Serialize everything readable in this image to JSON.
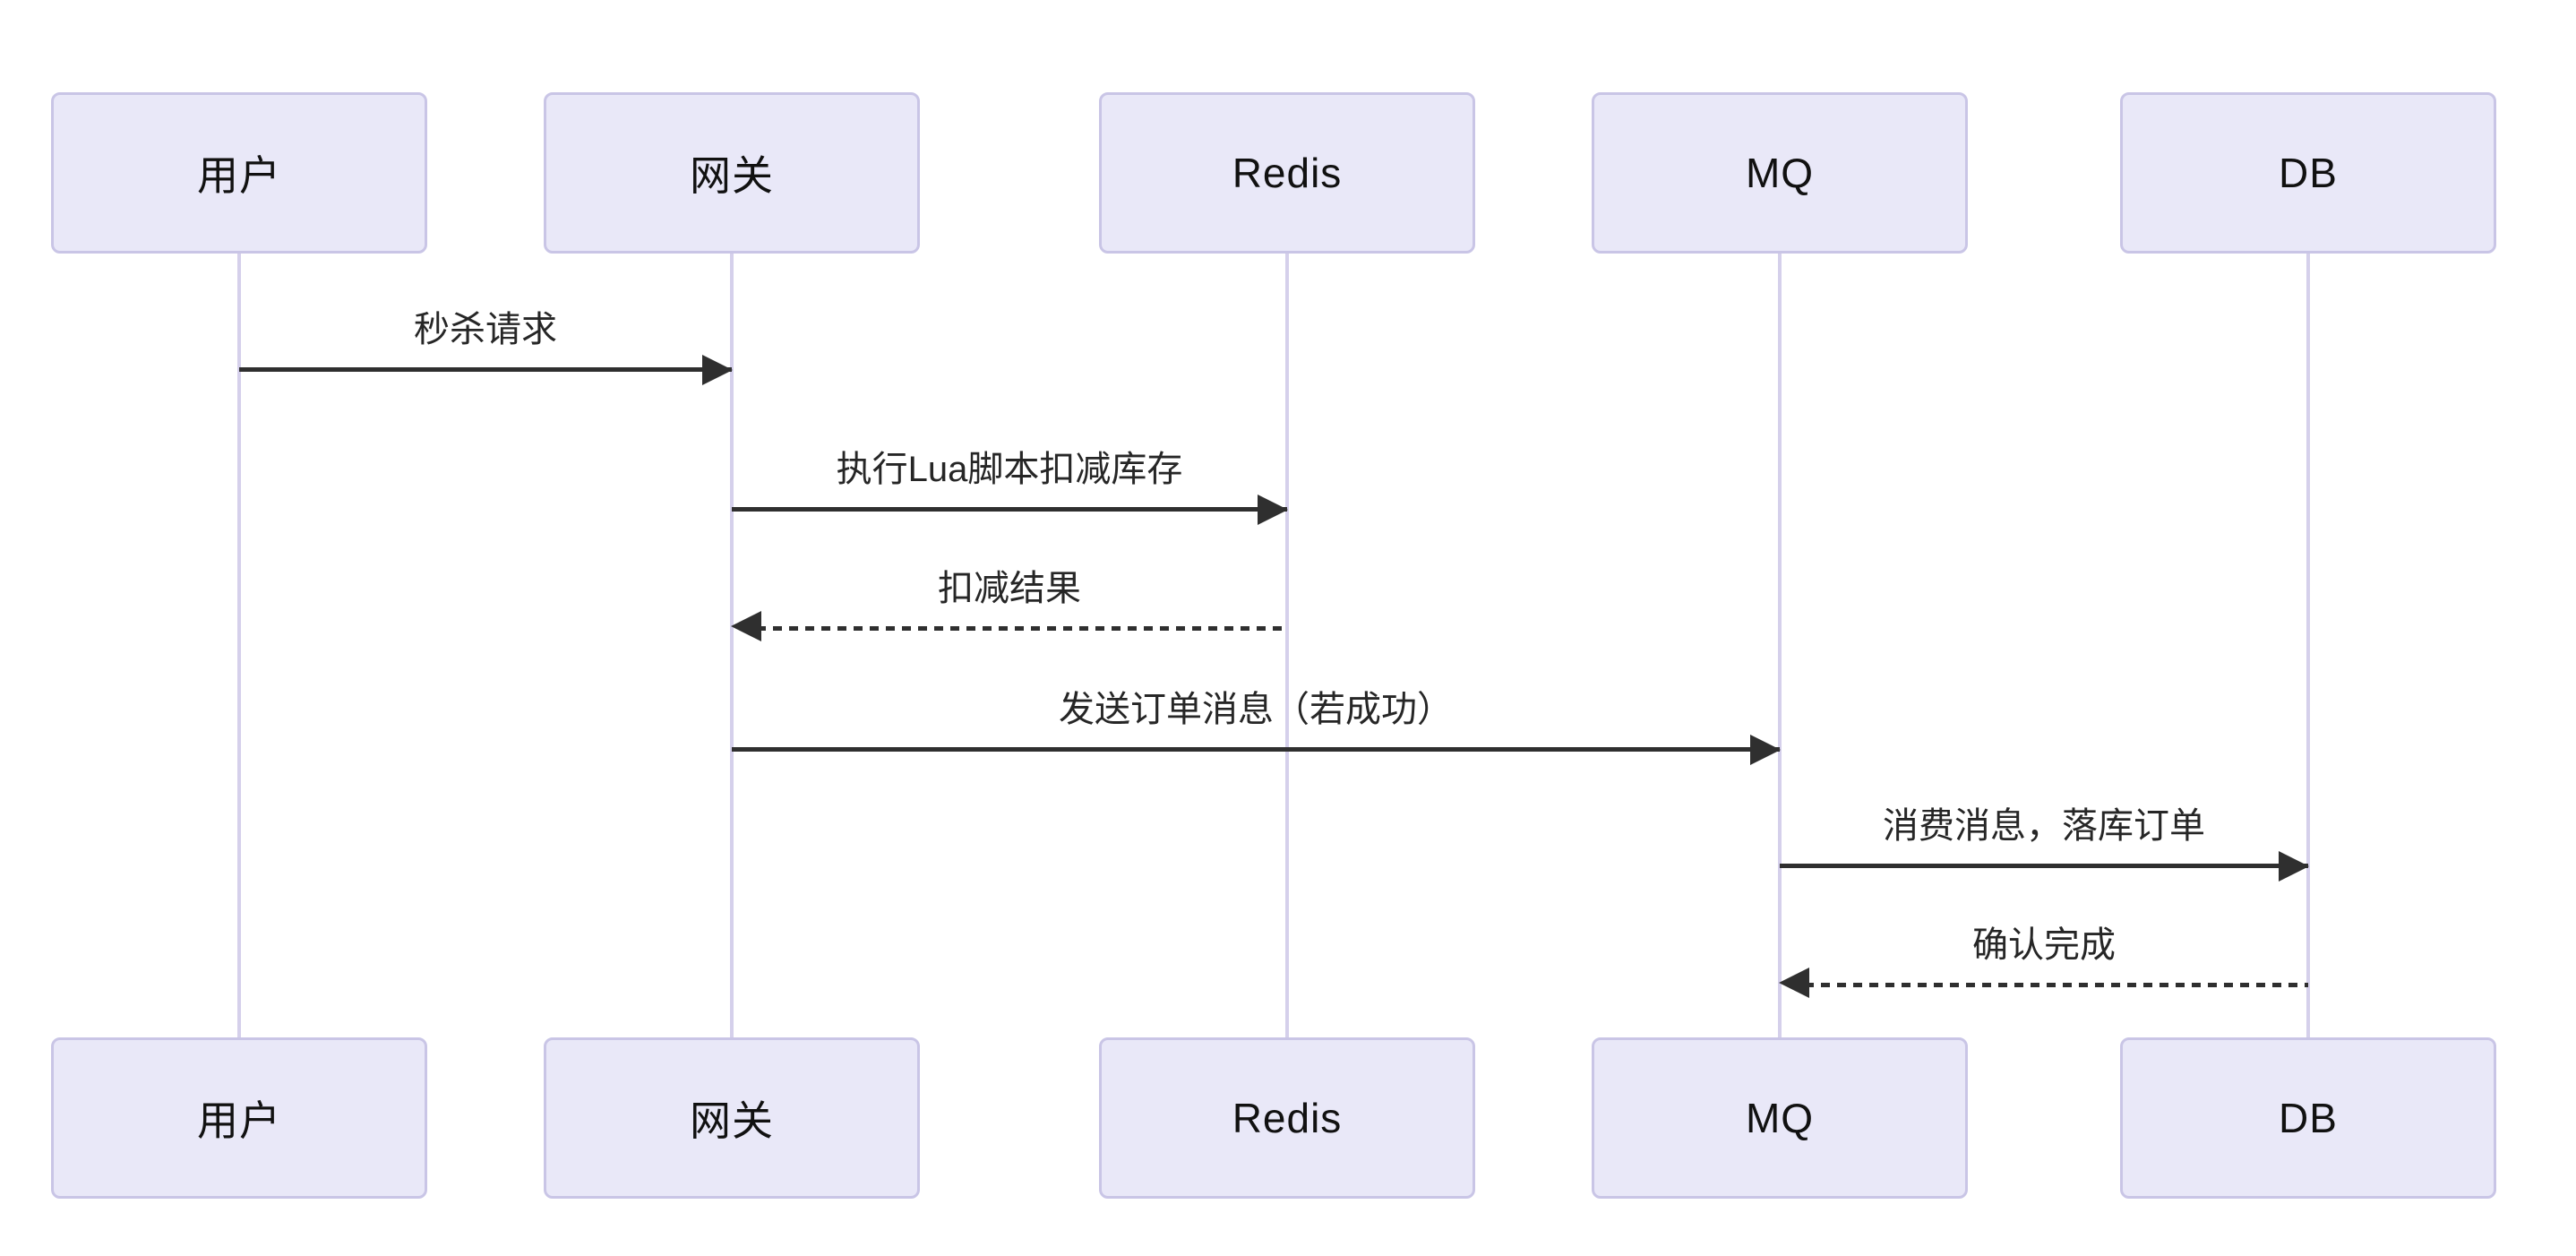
{
  "diagram": {
    "type": "sequence",
    "actors": [
      {
        "id": "user",
        "label": "用户"
      },
      {
        "id": "gateway",
        "label": "网关"
      },
      {
        "id": "redis",
        "label": "Redis"
      },
      {
        "id": "mq",
        "label": "MQ"
      },
      {
        "id": "db",
        "label": "DB"
      }
    ],
    "messages": [
      {
        "from": "用户",
        "to": "网关",
        "text": "秒杀请求",
        "style": "solid",
        "direction": "right"
      },
      {
        "from": "网关",
        "to": "Redis",
        "text": "执行Lua脚本扣减库存",
        "style": "solid",
        "direction": "right"
      },
      {
        "from": "Redis",
        "to": "网关",
        "text": "扣减结果",
        "style": "dashed",
        "direction": "left"
      },
      {
        "from": "网关",
        "to": "MQ",
        "text": "发送订单消息（若成功）",
        "style": "solid",
        "direction": "right"
      },
      {
        "from": "MQ",
        "to": "DB",
        "text": "消费消息，落库订单",
        "style": "solid",
        "direction": "right"
      },
      {
        "from": "DB",
        "to": "MQ",
        "text": "确认完成",
        "style": "dashed",
        "direction": "left"
      }
    ],
    "colors": {
      "actor_fill": "#E9E8F8",
      "actor_border": "#C9C5E6",
      "lifeline": "#D5D0EB",
      "arrow": "#2F2F2F",
      "text": "#262626",
      "background": "#FFFFFF"
    }
  }
}
